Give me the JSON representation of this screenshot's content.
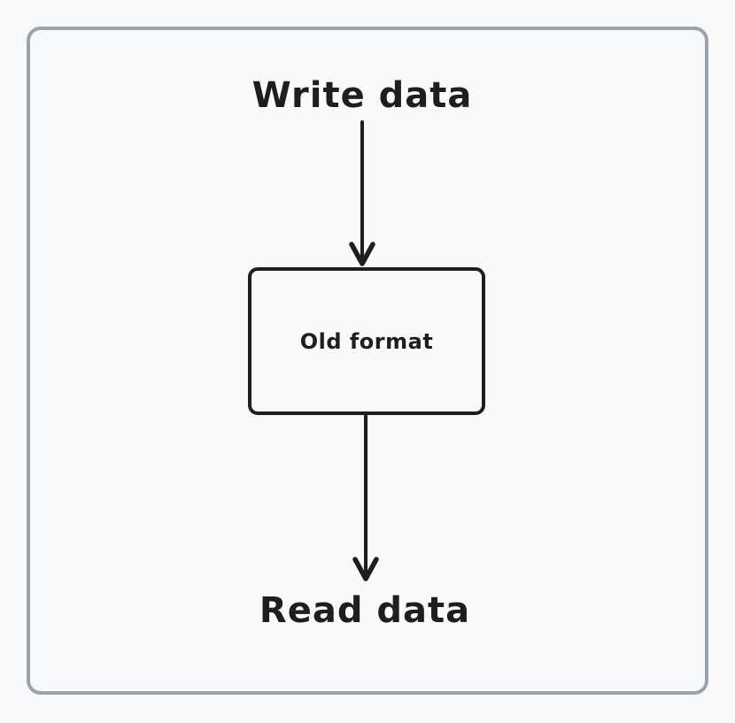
{
  "diagram": {
    "top_label": "Write data",
    "box_label": "Old format",
    "bottom_label": "Read data"
  },
  "icons": {
    "arrow1": "arrow-down-icon",
    "arrow2": "arrow-down-icon"
  },
  "colors": {
    "page_background": "#f8f9fa",
    "frame_border": "#9aa3ae",
    "ink": "#1e1e1e"
  }
}
